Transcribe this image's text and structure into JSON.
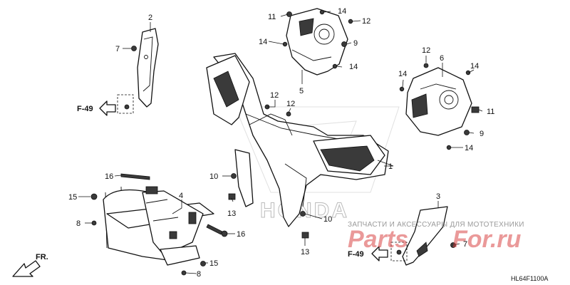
{
  "callouts": [
    "1",
    "2",
    "3",
    "4",
    "5",
    "6",
    "7",
    "8",
    "9",
    "10",
    "11",
    "12",
    "13",
    "14",
    "15",
    "16"
  ],
  "refs": {
    "left": "F-49",
    "bottom": "F-49",
    "front": "FR."
  },
  "watermark": {
    "text": "ЗАПЧАСТИ И АКСЕССУАРЫ ДЛЯ МОТОТЕХНИКИ",
    "brand_a": "Parts",
    "brand_b": "For.ru",
    "maker": "HONDA"
  },
  "diagram_code": "HL64F1100A",
  "colors": {
    "line": "#111111",
    "watermark_red": "#d94646",
    "watermark_gray": "#9a9a9a"
  }
}
